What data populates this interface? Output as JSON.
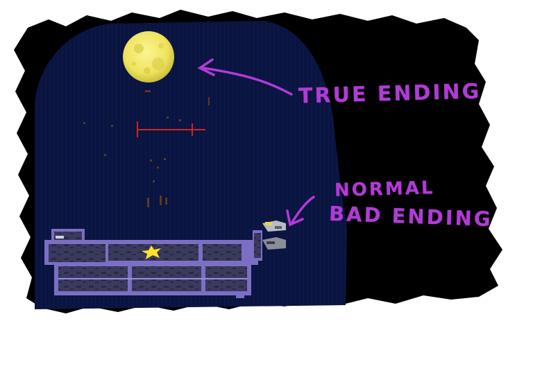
{
  "annotations": {
    "true_ending": "TRUE ENDING",
    "normal": "NORMAL",
    "bad_ending": "BAD ENDING"
  },
  "colors": {
    "night_sky": "#0a1440",
    "void": "#000000",
    "moon": "#f2ea6a",
    "annotation": "#b13bd6",
    "platform": "#7b6fc4",
    "rope": "#d22424",
    "star": "#ffe22a"
  },
  "icons": [
    "moon-icon",
    "star-icon",
    "ship-icon"
  ]
}
